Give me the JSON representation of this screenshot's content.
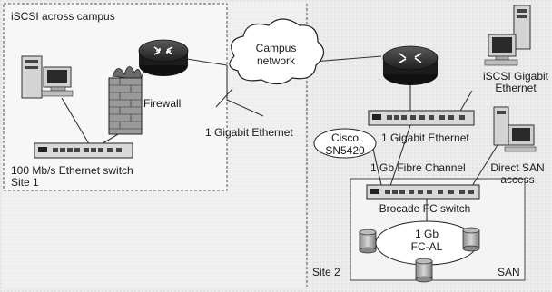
{
  "title": "iSCSI across campus",
  "site1": {
    "label": "Site 1",
    "firewall_label": "Firewall",
    "switch_label": "100 Mb/s Ethernet switch"
  },
  "campus": {
    "cloud_line1": "Campus",
    "cloud_line2": "network",
    "link_label": "1 Gigabit Ethernet"
  },
  "site2": {
    "label": "Site 2",
    "iscsi_line1": "iSCSI Gigabit",
    "iscsi_line2": "Ethernet",
    "switch_link_label": "1 Gigabit Ethernet",
    "cisco_line1": "Cisco",
    "cisco_line2": "SN5420",
    "fibre_label": "1 Gb Fibre Channel",
    "direct_line1": "Direct SAN",
    "direct_line2": "access",
    "fc_switch_label": "Brocade FC switch",
    "fcal_line1": "1 Gb",
    "fcal_line2": "FC-AL",
    "san_label": "SAN"
  }
}
